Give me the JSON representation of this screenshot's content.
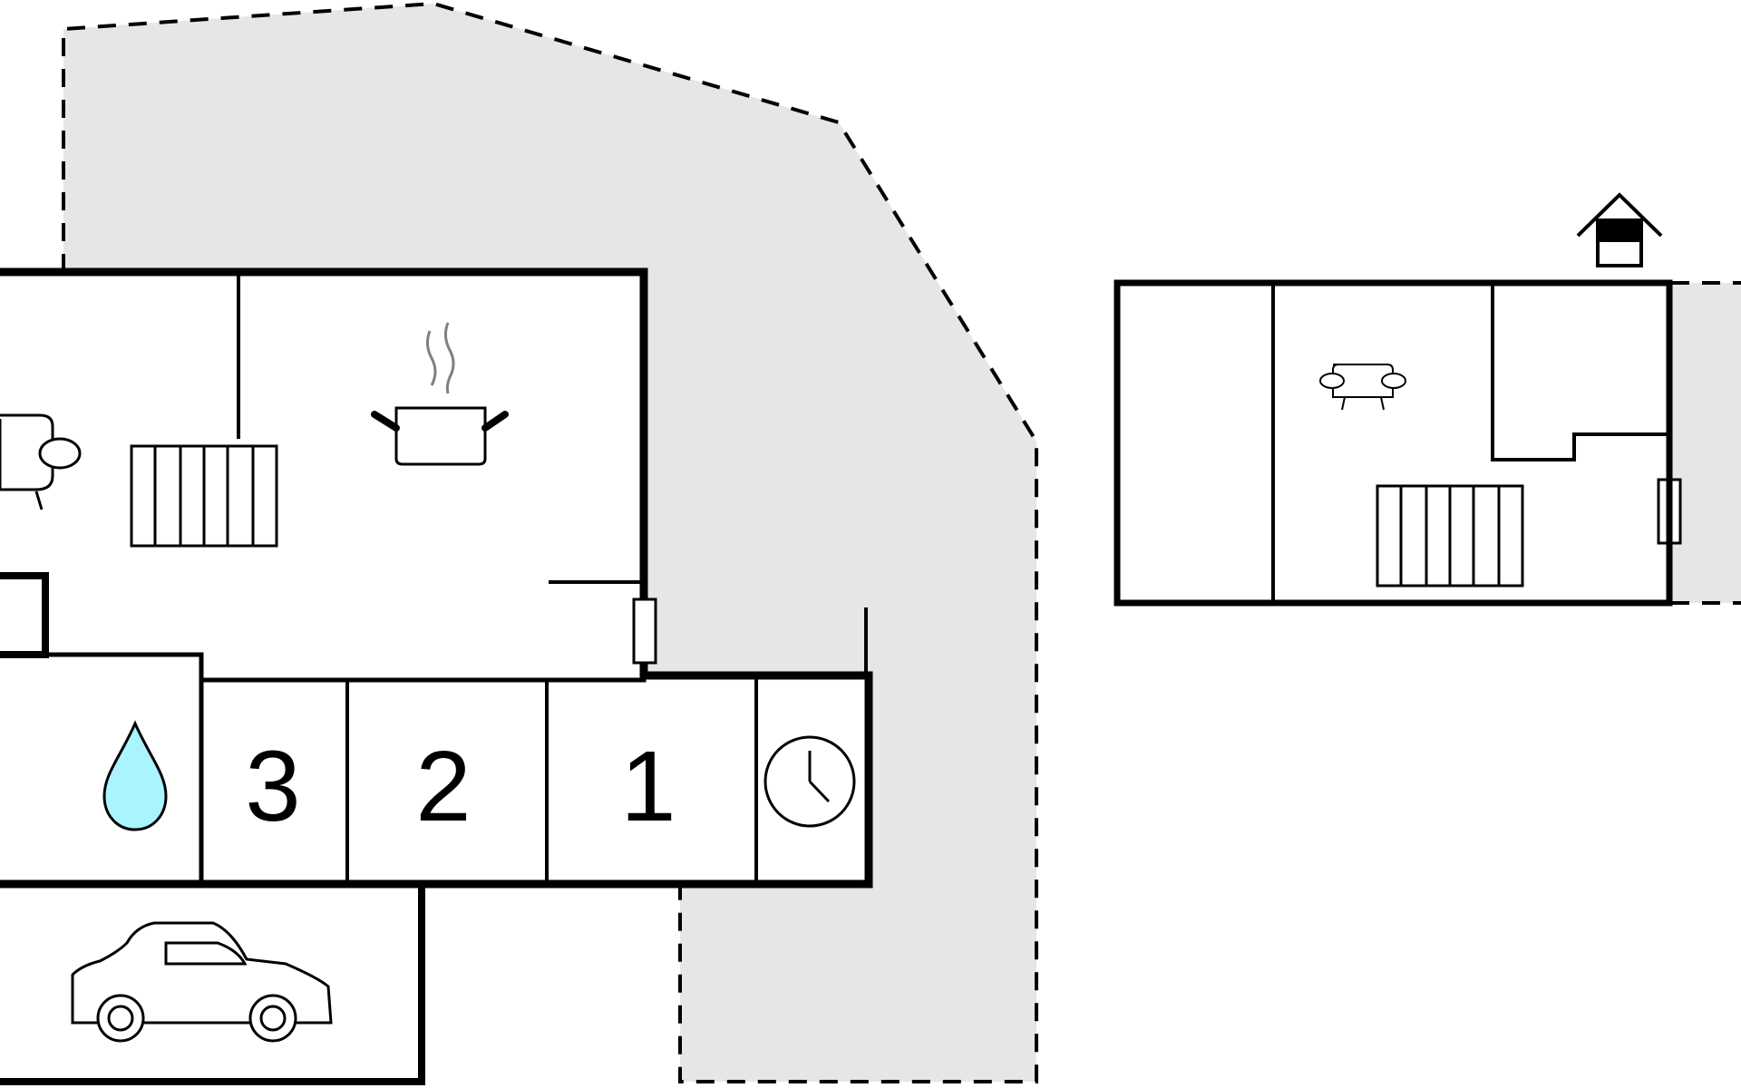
{
  "floorplan": {
    "room_numbers": [
      "3",
      "2",
      "1"
    ],
    "colors": {
      "wall": "#000000",
      "terrace_fill": "#e6e6e6",
      "water_drop": "#aaf4ff",
      "steam": "#808080",
      "background": "#ffffff"
    },
    "icons": [
      "sofa-icon",
      "radiator-icon",
      "cooking-pot-icon",
      "door-marker",
      "water-drop-icon",
      "clock-icon",
      "car-icon",
      "house-icon"
    ]
  }
}
